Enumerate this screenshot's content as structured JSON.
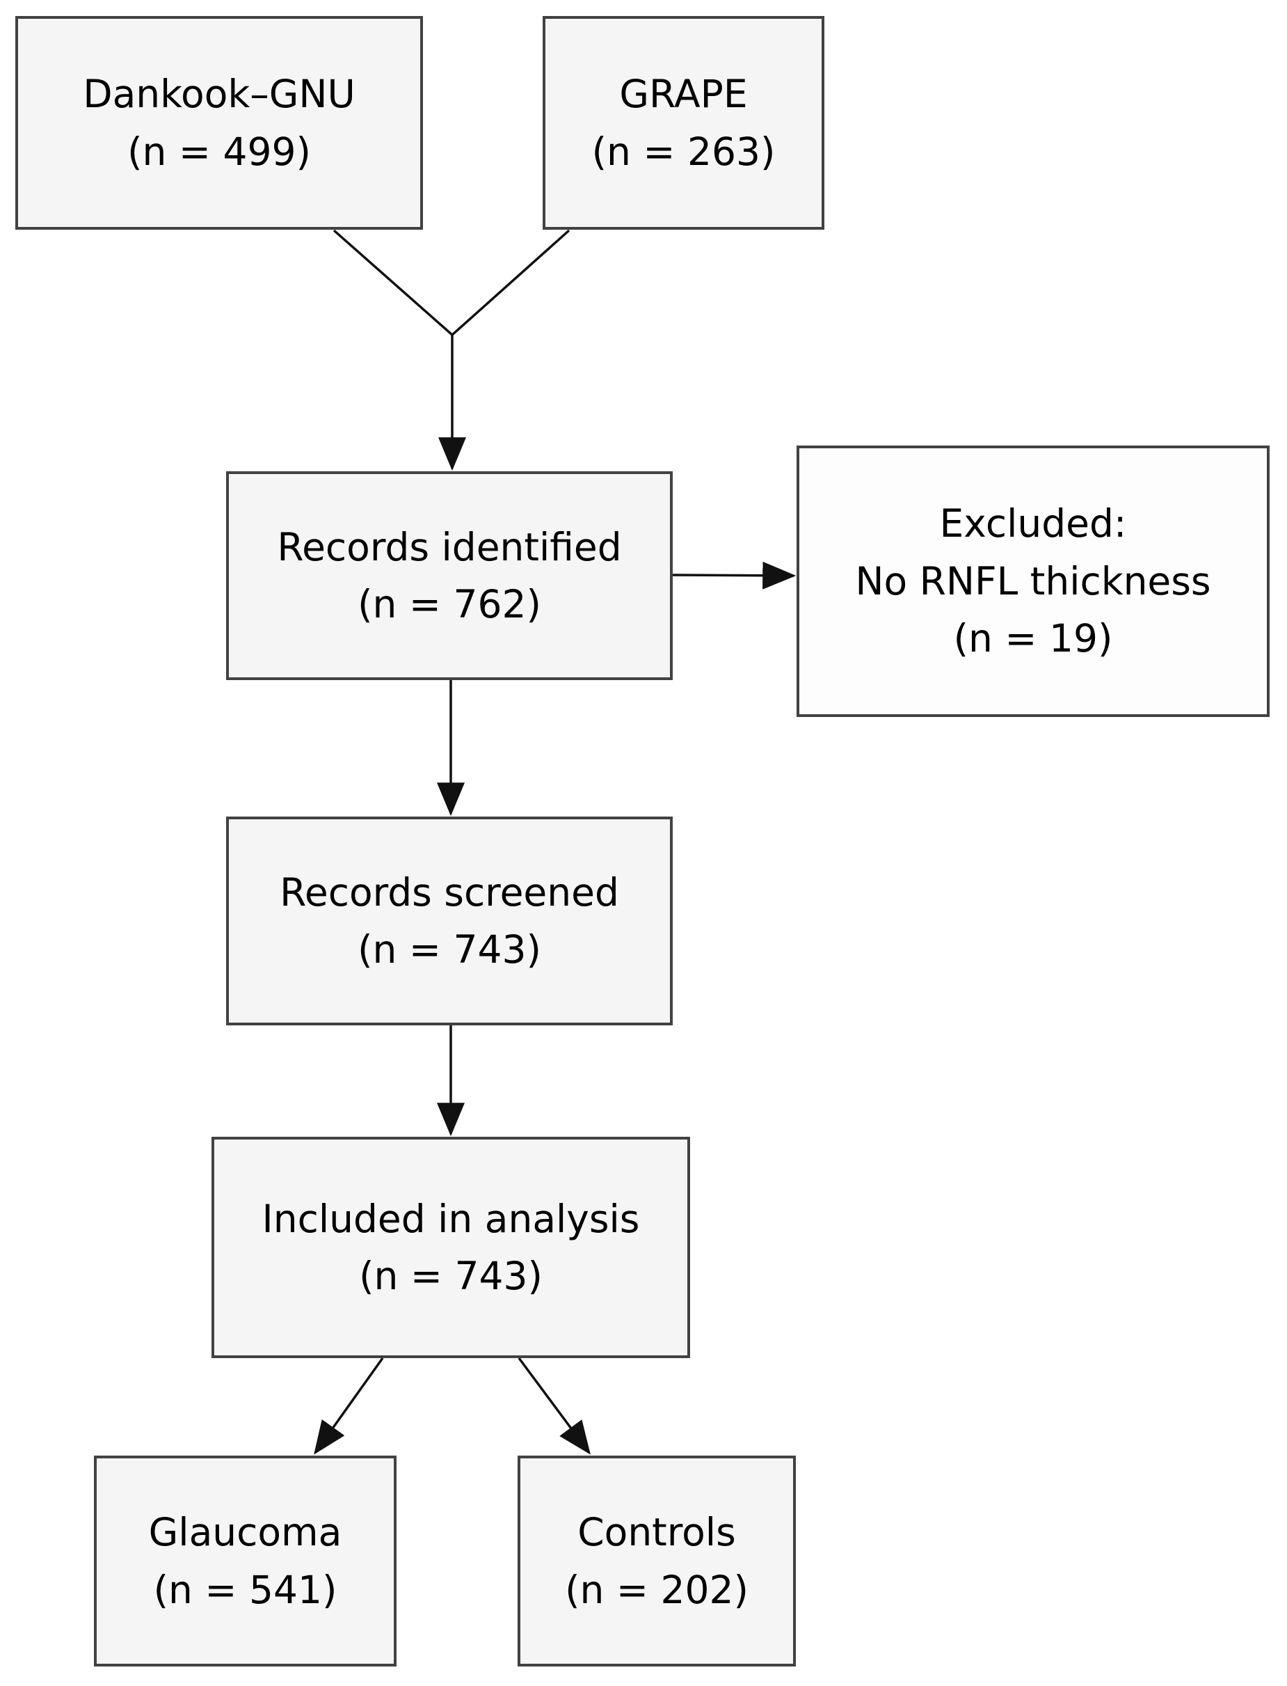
{
  "diagram": {
    "type": "flowchart",
    "boxes": {
      "dankook": {
        "lines": [
          "Dankook–GNU",
          "(n = 499)"
        ],
        "n": 499
      },
      "grape": {
        "lines": [
          "GRAPE",
          "(n = 263)"
        ],
        "n": 263
      },
      "records_identified": {
        "lines": [
          "Records identified",
          "(n = 762)"
        ],
        "n": 762
      },
      "excluded": {
        "lines": [
          "Excluded:",
          "No RNFL thickness",
          "(n = 19)"
        ],
        "n": 19
      },
      "records_screened": {
        "lines": [
          "Records screened",
          "(n = 743)"
        ],
        "n": 743
      },
      "included": {
        "lines": [
          "Included in analysis",
          "(n = 743)"
        ],
        "n": 743
      },
      "glaucoma": {
        "lines": [
          "Glaucoma",
          "(n = 541)"
        ],
        "n": 541
      },
      "controls": {
        "lines": [
          "Controls",
          "(n = 202)"
        ],
        "n": 202
      }
    },
    "edges": [
      {
        "from": "dankook",
        "to": "records_identified"
      },
      {
        "from": "grape",
        "to": "records_identified"
      },
      {
        "from": "records_identified",
        "to": "excluded"
      },
      {
        "from": "records_identified",
        "to": "records_screened"
      },
      {
        "from": "records_screened",
        "to": "included"
      },
      {
        "from": "included",
        "to": "glaucoma"
      },
      {
        "from": "included",
        "to": "controls"
      }
    ],
    "colors": {
      "background": "#ffffff",
      "box_fill": "#f5f5f5",
      "excluded_box_fill": "#fdfdfd",
      "box_border": "#424242",
      "arrow": "#111111",
      "text": "#000000"
    }
  }
}
